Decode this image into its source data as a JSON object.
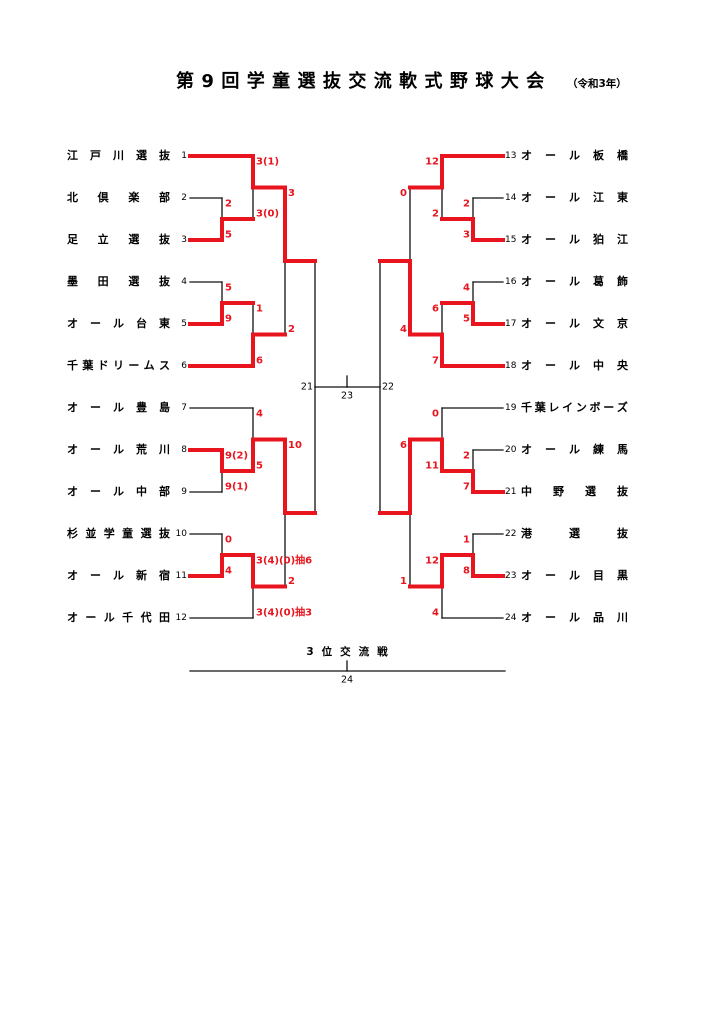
{
  "title": "第9回学童選抜交流軟式野球大会",
  "year_note": "（令和3年）",
  "colors": {
    "winner_line": "#e8151f",
    "line": "#111111",
    "score": "#e8151f",
    "text": "#000000"
  },
  "bracket": {
    "left": {
      "teams": [
        {
          "seed": "1",
          "name": "江戸川選抜"
        },
        {
          "seed": "2",
          "name": "北倶楽部"
        },
        {
          "seed": "3",
          "name": "足立選抜"
        },
        {
          "seed": "4",
          "name": "墨田選抜"
        },
        {
          "seed": "5",
          "name": "オール台東"
        },
        {
          "seed": "6",
          "name": "千葉ドリームス"
        },
        {
          "seed": "7",
          "name": "オール豊島"
        },
        {
          "seed": "8",
          "name": "オール荒川"
        },
        {
          "seed": "9",
          "name": "オール中部"
        },
        {
          "seed": "10",
          "name": "杉並学童選抜"
        },
        {
          "seed": "11",
          "name": "オール新宿"
        },
        {
          "seed": "12",
          "name": "オール千代田"
        }
      ],
      "tree": {
        "label": "21",
        "winner": null,
        "top": {
          "scores": [
            "3",
            "2"
          ],
          "winner": "top",
          "top": {
            "scores": [
              "3(1)",
              "3(0)"
            ],
            "winner": "top",
            "top": {
              "team": "1"
            },
            "bottom": {
              "scores": [
                "2",
                "5"
              ],
              "winner": "bottom",
              "top": {
                "team": "2"
              },
              "bottom": {
                "team": "3"
              }
            }
          },
          "bottom": {
            "scores": [
              "1",
              "6"
            ],
            "winner": "bottom",
            "top": {
              "scores": [
                "5",
                "9"
              ],
              "winner": "bottom",
              "top": {
                "team": "4"
              },
              "bottom": {
                "team": "5"
              }
            },
            "bottom": {
              "team": "6"
            }
          }
        },
        "bottom": {
          "scores": [
            "10",
            "2"
          ],
          "winner": "top",
          "top": {
            "scores": [
              "4",
              "5"
            ],
            "winner": "bottom",
            "top": {
              "team": "7"
            },
            "bottom": {
              "scores": [
                "9(2)",
                "9(1)"
              ],
              "winner": "top",
              "top": {
                "team": "8"
              },
              "bottom": {
                "team": "9"
              }
            }
          },
          "bottom": {
            "scores": [
              "3(4)(0)抽6",
              "3(4)(0)抽3"
            ],
            "winner": "top",
            "top": {
              "scores": [
                "0",
                "4"
              ],
              "winner": "bottom",
              "top": {
                "team": "10"
              },
              "bottom": {
                "team": "11"
              }
            },
            "bottom": {
              "team": "12"
            }
          }
        }
      }
    },
    "right": {
      "teams": [
        {
          "seed": "13",
          "name": "オール板橋"
        },
        {
          "seed": "14",
          "name": "オール江東"
        },
        {
          "seed": "15",
          "name": "オール狛江"
        },
        {
          "seed": "16",
          "name": "オール葛飾"
        },
        {
          "seed": "17",
          "name": "オール文京"
        },
        {
          "seed": "18",
          "name": "オール中央"
        },
        {
          "seed": "19",
          "name": "千葉レインボーズ"
        },
        {
          "seed": "20",
          "name": "オール練馬"
        },
        {
          "seed": "21",
          "name": "中野選抜"
        },
        {
          "seed": "22",
          "name": "港選抜"
        },
        {
          "seed": "23",
          "name": "オール目黒"
        },
        {
          "seed": "24",
          "name": "オール品川"
        }
      ],
      "tree": {
        "label": "22",
        "winner": null,
        "top": {
          "scores": [
            "0",
            "4"
          ],
          "winner": "bottom",
          "top": {
            "scores": [
              "12",
              "2"
            ],
            "winner": "top",
            "top": {
              "team": "13"
            },
            "bottom": {
              "scores": [
                "2",
                "3"
              ],
              "winner": "bottom",
              "top": {
                "team": "14"
              },
              "bottom": {
                "team": "15"
              }
            }
          },
          "bottom": {
            "scores": [
              "6",
              "7"
            ],
            "winner": "bottom",
            "top": {
              "scores": [
                "4",
                "5"
              ],
              "winner": "bottom",
              "top": {
                "team": "16"
              },
              "bottom": {
                "team": "17"
              }
            },
            "bottom": {
              "team": "18"
            }
          }
        },
        "bottom": {
          "scores": [
            "6",
            "1"
          ],
          "winner": "top",
          "top": {
            "scores": [
              "0",
              "11"
            ],
            "winner": "bottom",
            "top": {
              "team": "19"
            },
            "bottom": {
              "scores": [
                "2",
                "7"
              ],
              "winner": "bottom",
              "top": {
                "team": "20"
              },
              "bottom": {
                "team": "21"
              }
            }
          },
          "bottom": {
            "scores": [
              "12",
              "4"
            ],
            "winner": "top",
            "top": {
              "scores": [
                "1",
                "8"
              ],
              "winner": "bottom",
              "top": {
                "team": "22"
              },
              "bottom": {
                "team": "23"
              }
            },
            "bottom": {
              "team": "24"
            }
          }
        }
      }
    },
    "final": {
      "label": "23"
    }
  },
  "third_place": {
    "title": "3位交流戦",
    "label": "24"
  }
}
